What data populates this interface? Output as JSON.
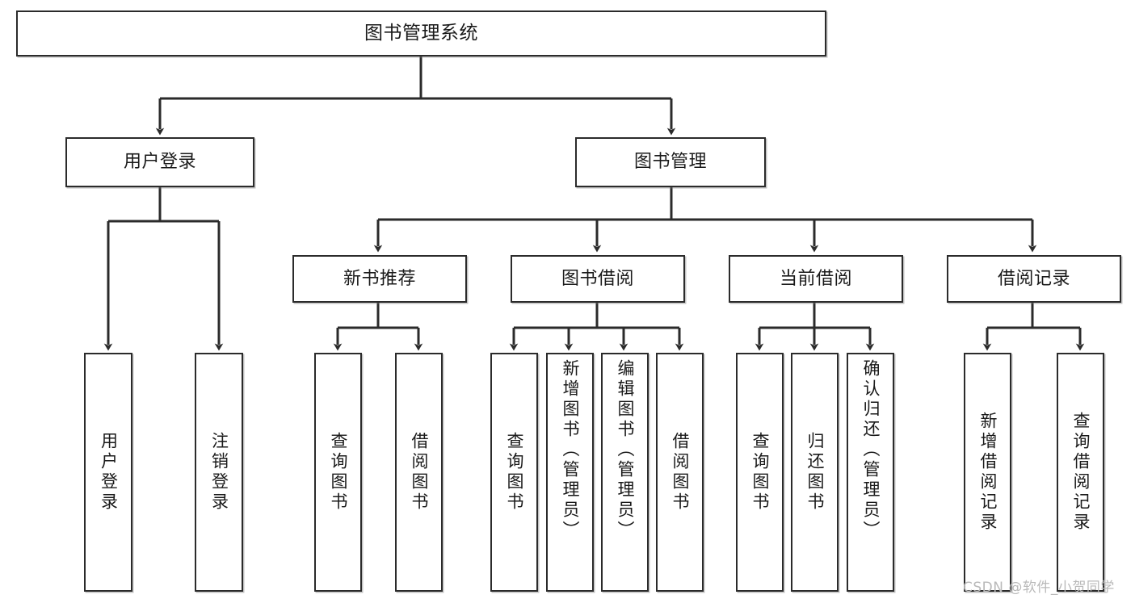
{
  "diagram": {
    "type": "tree-hierarchy",
    "title": "图书管理系统",
    "orientation": "top-down",
    "colors": {
      "node_border": "#2b2b2b",
      "node_fill": "#ffffff",
      "edge": "#2b2b2b",
      "text": "#1a1a1a",
      "watermark": "#b9b9b9",
      "canvas": "#ffffff"
    },
    "nodes": {
      "root": {
        "label": "图书管理系统"
      },
      "level2": [
        {
          "id": "user-login",
          "label": "用户登录"
        },
        {
          "id": "book-manage",
          "label": "图书管理"
        }
      ],
      "level3": [
        {
          "id": "new-book-recommend",
          "label": "新书推荐"
        },
        {
          "id": "book-borrow",
          "label": "图书借阅"
        },
        {
          "id": "current-borrow",
          "label": "当前借阅"
        },
        {
          "id": "borrow-record",
          "label": "借阅记录"
        }
      ],
      "leaves": {
        "user-login": [
          {
            "id": "leaf-user-login",
            "label": "用户登录"
          },
          {
            "id": "leaf-logout-login",
            "label": "注销登录"
          }
        ],
        "new-book-recommend": [
          {
            "id": "leaf-query-book-1",
            "label": "查询图书"
          },
          {
            "id": "leaf-borrow-book-1",
            "label": "借阅图书"
          }
        ],
        "book-borrow": [
          {
            "id": "leaf-query-book-2",
            "label": "查询图书"
          },
          {
            "id": "leaf-add-book",
            "label": "新增图书（管理员）"
          },
          {
            "id": "leaf-edit-book",
            "label": "编辑图书（管理员）"
          },
          {
            "id": "leaf-borrow-book-2",
            "label": "借阅图书"
          }
        ],
        "current-borrow": [
          {
            "id": "leaf-query-book-3",
            "label": "查询图书"
          },
          {
            "id": "leaf-return-book",
            "label": "归还图书"
          },
          {
            "id": "leaf-confirm-return",
            "label": "确认归还（管理员）"
          }
        ],
        "borrow-record": [
          {
            "id": "leaf-add-record",
            "label": "新增借阅记录"
          },
          {
            "id": "leaf-query-record",
            "label": "查询借阅记录"
          }
        ]
      }
    },
    "watermark": "CSDN @软件_小贺同学"
  }
}
